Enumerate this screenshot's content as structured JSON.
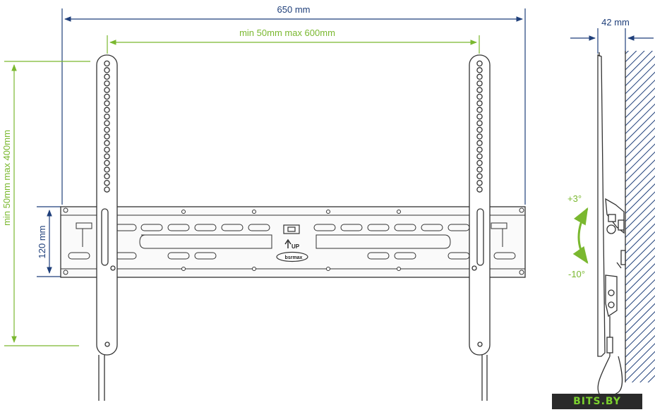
{
  "front_view": {
    "overall_width_label": "650 mm",
    "horizontal_vesa_label": "min 50mm max 600mm",
    "vertical_vesa_label": "min 50mm max 400mm",
    "rail_height_label": "120 mm",
    "direction_marker": "UP",
    "brand_badge": "bsrmax"
  },
  "side_view": {
    "depth_label": "42 mm",
    "tilt_up_label": "+3°",
    "tilt_down_label": "-10°"
  },
  "watermark": "BITS.BY",
  "colors": {
    "dimension_blue": "#1f3f7a",
    "dimension_green": "#7ab82f",
    "outline": "#333333"
  }
}
